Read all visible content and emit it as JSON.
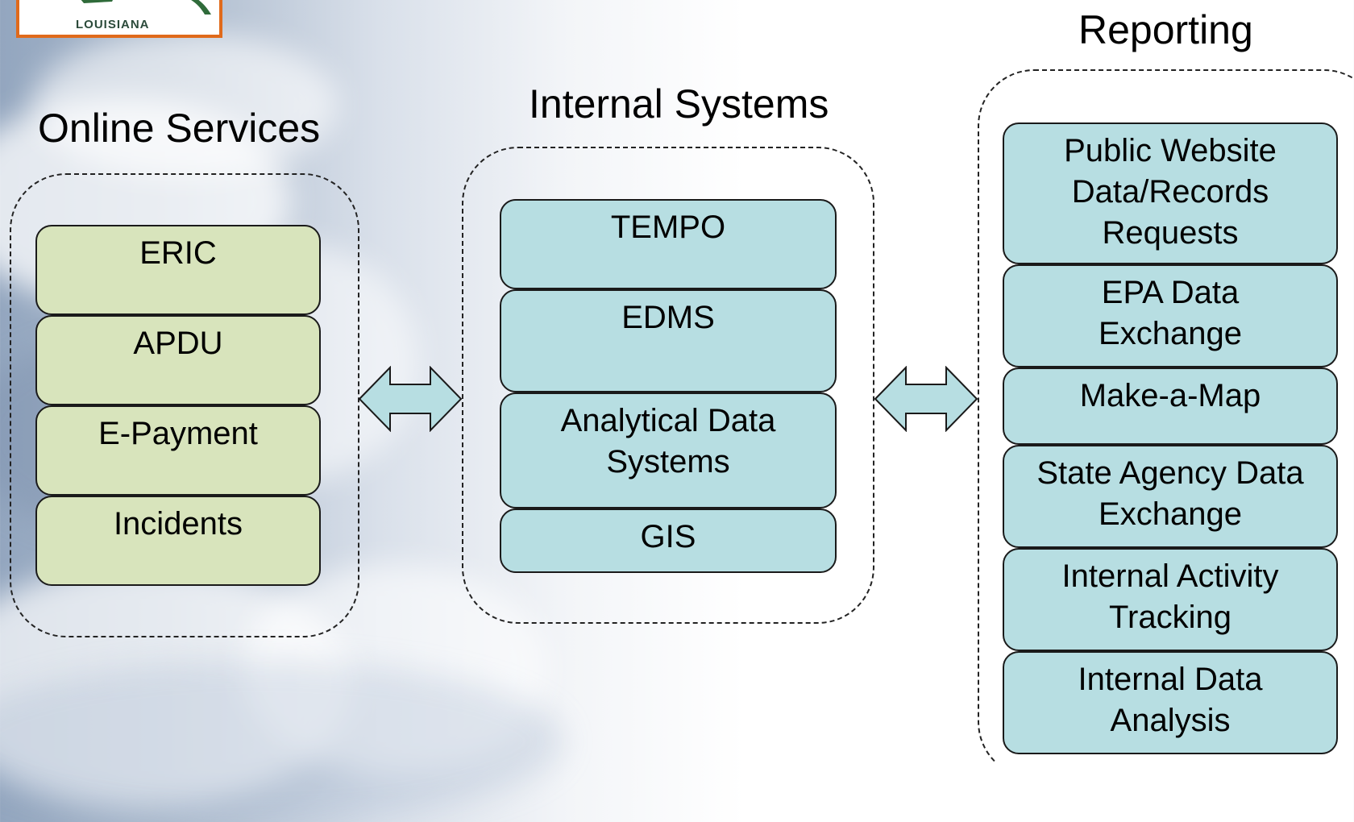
{
  "logo": {
    "text": "LOUISIANA"
  },
  "groups": {
    "online": {
      "title": "Online Services",
      "items": [
        "ERIC",
        "APDU",
        "E-Payment",
        "Incidents"
      ]
    },
    "internal": {
      "title": "Internal Systems",
      "items": [
        "TEMPO",
        "EDMS",
        "Analytical Data Systems",
        "GIS"
      ]
    },
    "reporting": {
      "title": "Reporting",
      "items": [
        "Public Website Data/Records Requests",
        "EPA Data Exchange",
        "Make-a-Map",
        "State Agency Data Exchange",
        "Internal Activity Tracking",
        "Internal Data Analysis"
      ]
    }
  },
  "colors": {
    "online_box": "#d8e4bc",
    "internal_box": "#b7dee2",
    "reporting_box": "#b7dee2",
    "logo_border": "#e06a1b"
  },
  "icons": [
    "double-arrow-icon",
    "double-arrow-icon"
  ]
}
